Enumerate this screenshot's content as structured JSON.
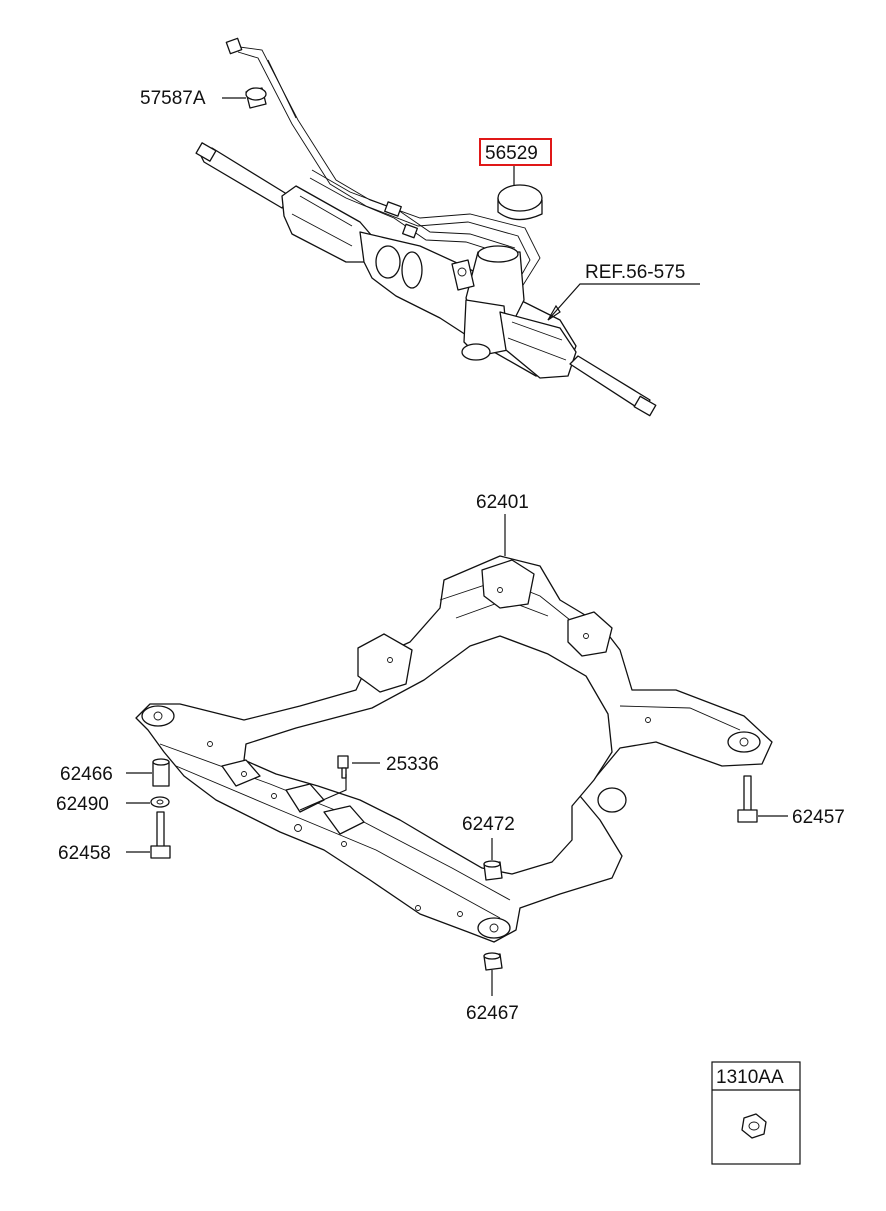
{
  "labels": {
    "l57587a": "57587A",
    "l56529": "56529",
    "lref": "REF.56-575",
    "l62401": "62401",
    "l25336": "25336",
    "l62466": "62466",
    "l62490": "62490",
    "l62458": "62458",
    "l62472": "62472",
    "l62457": "62457",
    "l62467": "62467",
    "l1310aa": "1310AA"
  },
  "colors": {
    "highlight": "#e01818",
    "line": "#111111",
    "background": "#ffffff"
  }
}
